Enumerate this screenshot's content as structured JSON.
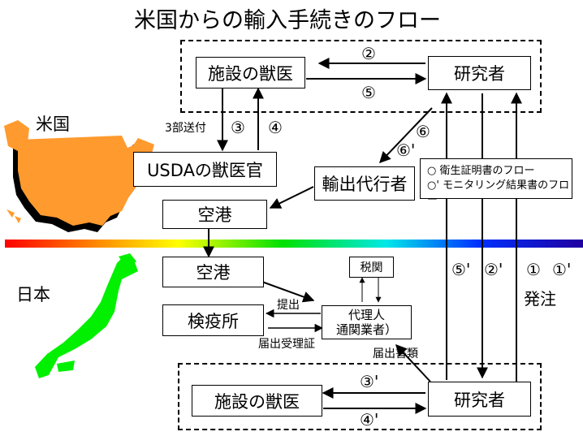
{
  "title": "米国からの輸入手続きのフロー",
  "regions": {
    "us": "米国",
    "japan": "日本"
  },
  "boxes": {
    "vet_us": "施設の獣医",
    "researcher_us": "研究者",
    "usda": "USDAの獣医官",
    "agent_us": "輸出代行者",
    "airport_us": "空港",
    "airport_jp": "空港",
    "customs": "税関",
    "quarantine": "検疫所",
    "broker_line1": "代理人",
    "broker_line2": "通関業者）",
    "vet_jp": "施設の獣医",
    "researcher_jp": "研究者"
  },
  "legend": {
    "item1": "衛生証明書のフロー",
    "item2": "モニタリング結果書のフロー"
  },
  "labels": {
    "n2": "②",
    "n5": "⑤",
    "n3": "③",
    "n4": "④",
    "send3": "3部送付",
    "n6": "⑥",
    "n6p": "⑥'",
    "n5p": "⑤'",
    "n2p": "②'",
    "n1": "①",
    "n1p": "①'",
    "order": "発注",
    "submit": "提出",
    "receipt": "届出受理証",
    "docs": "届出書類",
    "n3p": "③'",
    "n4p": "④'"
  },
  "colors": {
    "us_map": "#ff9a2e",
    "japan_map": "#00f000"
  }
}
